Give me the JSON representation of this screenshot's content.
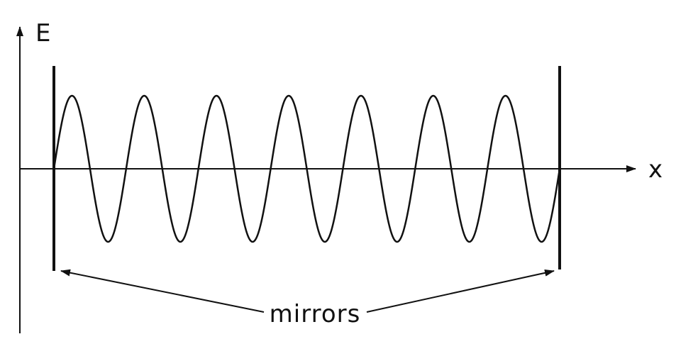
{
  "labels": {
    "y_axis": "E",
    "x_axis": "x",
    "mirrors": "mirrors"
  },
  "wave": {
    "half_wavelengths_between_mirrors": 14,
    "function": "sine",
    "nodes_at_mirrors": true
  },
  "colors": {
    "ink": "#111111",
    "background": "#ffffff"
  }
}
